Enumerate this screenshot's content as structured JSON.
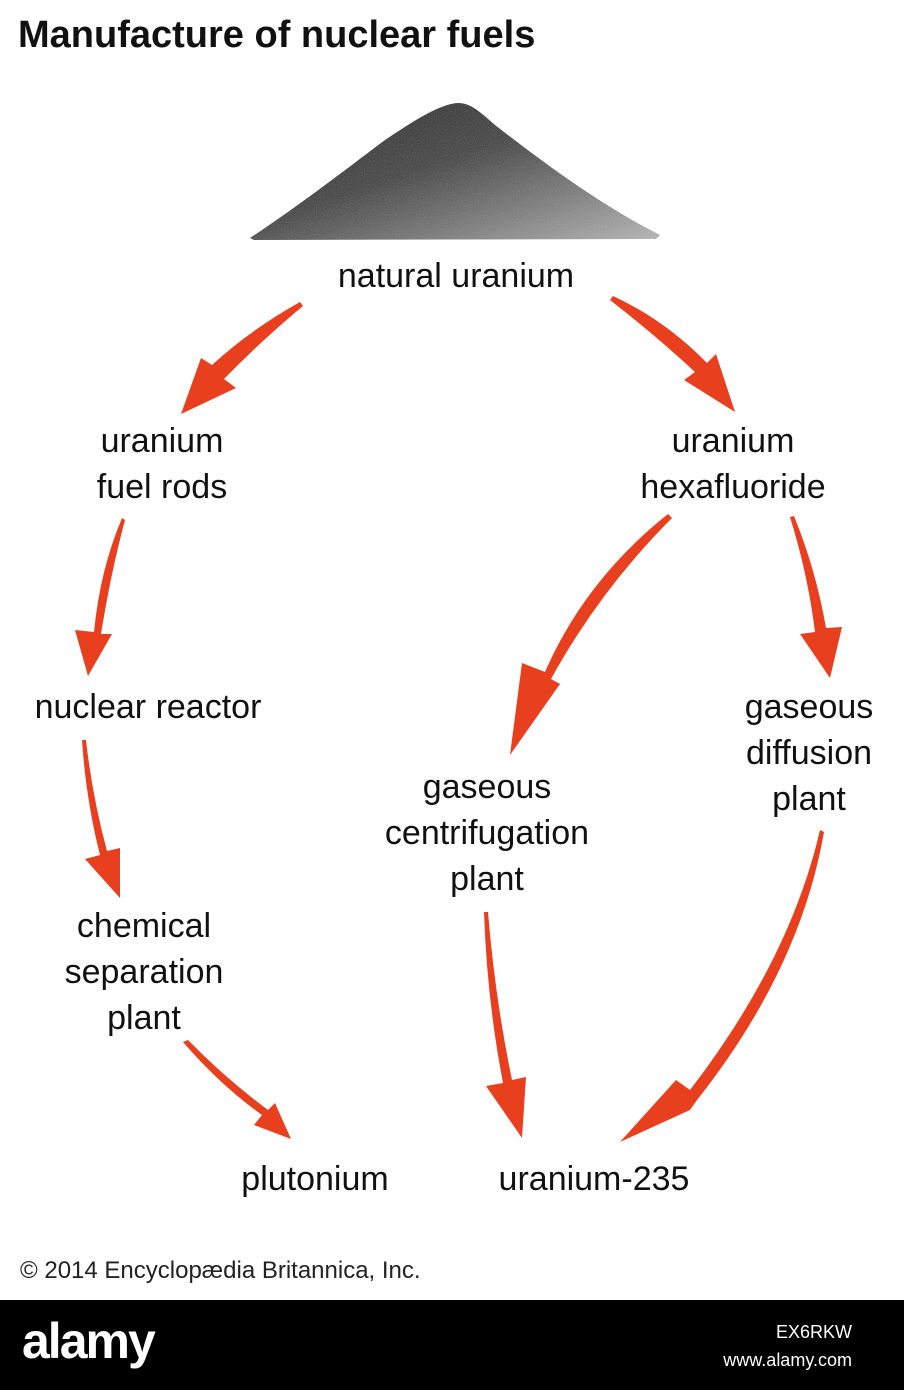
{
  "title": "Manufacture of nuclear fuels",
  "nodes": {
    "natural_uranium": [
      "natural uranium"
    ],
    "fuel_rods": [
      "uranium",
      "fuel rods"
    ],
    "hexafluoride": [
      "uranium",
      "hexafluoride"
    ],
    "reactor": [
      "nuclear reactor"
    ],
    "diffusion": [
      "gaseous",
      "diffusion",
      "plant"
    ],
    "centrifugation": [
      "gaseous",
      "centrifugation",
      "plant"
    ],
    "chemical": [
      "chemical",
      "separation",
      "plant"
    ],
    "plutonium": [
      "plutonium"
    ],
    "u235": [
      "uranium-235"
    ]
  },
  "colors": {
    "arrow": "#e8401f",
    "pile_dark": "#2a2a2a",
    "pile_light": "#9a9a9a"
  },
  "copyright": "© 2014 Encyclopædia Britannica, Inc.",
  "watermark": {
    "brand": "alamy",
    "image_id": "EX6RKW",
    "site": "www.alamy.com"
  }
}
